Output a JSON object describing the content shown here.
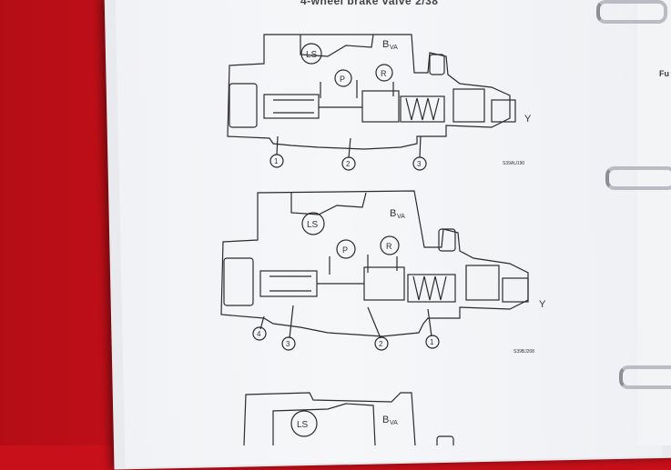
{
  "page": {
    "heading": "4-wheel brake valve 2/38",
    "side_heading": "Fu"
  },
  "diagrams": [
    {
      "chambers": {
        "ls": "LS",
        "bva_main": "B",
        "bva_sub": "VA",
        "p": "P",
        "r": "R"
      },
      "port": "Y",
      "callouts": [
        "1",
        "2",
        "3"
      ],
      "figure_code": "S39AU190"
    },
    {
      "chambers": {
        "ls": "LS",
        "bva_main": "B",
        "bva_sub": "VA",
        "p": "P",
        "r": "R"
      },
      "port": "Y",
      "callouts": [
        "4",
        "3",
        "2",
        "1"
      ],
      "figure_code": "S39BJ208"
    },
    {
      "chambers": {
        "ls": "LS",
        "bva_main": "B",
        "bva_sub": "VA"
      }
    }
  ]
}
